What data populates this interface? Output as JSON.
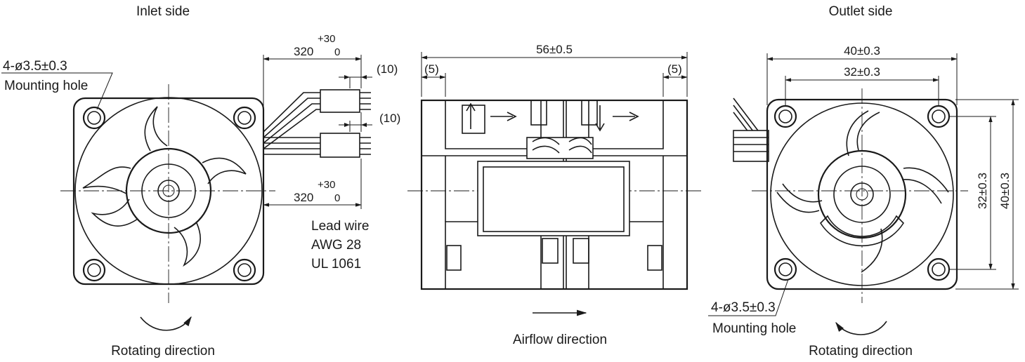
{
  "views": {
    "inlet": {
      "title": "Inlet side",
      "rotating": "Rotating direction"
    },
    "outlet": {
      "title": "Outlet side",
      "rotating": "Rotating direction"
    },
    "side": {
      "airflow": "Airflow direction"
    }
  },
  "mounting_hole": {
    "spec": "4-ø3.5±0.3",
    "label": "Mounting hole"
  },
  "lead_wire": {
    "length_base": "320",
    "tol_plus": "+30",
    "tol_minus": "0",
    "strip": "(10)",
    "line1": "Lead wire",
    "line2": "AWG 28",
    "line3": "UL 1061"
  },
  "dimensions": {
    "depth": "56±0.5",
    "edge_left": "(5)",
    "edge_right": "(5)",
    "outer": "40±0.3",
    "pitch": "32±0.3",
    "pitch_v": "32±0.3",
    "outer_v": "40±0.3"
  }
}
